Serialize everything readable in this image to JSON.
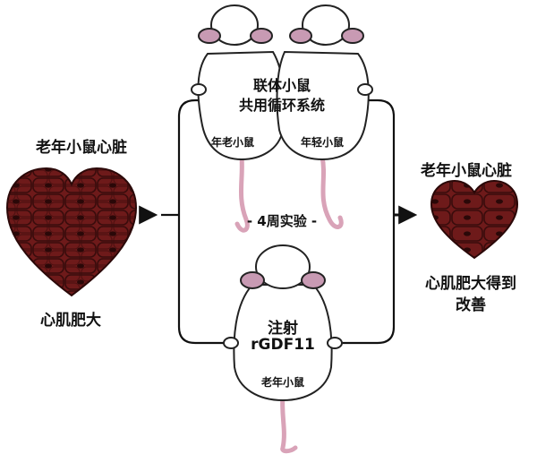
{
  "left": {
    "title": "老年小鼠心脏",
    "caption": "心肌肥大"
  },
  "right": {
    "title": "老年小鼠心脏",
    "caption_line1": "心肌肥大得到",
    "caption_line2": "改善"
  },
  "parabiosis": {
    "title_line1": "联体小鼠",
    "title_line2": "共用循环系统",
    "old_mouse_label": "年老小鼠",
    "young_mouse_label": "年轻小鼠"
  },
  "experiment": {
    "duration_label": "- 4周实验 -"
  },
  "injection": {
    "line1": "注射",
    "line2": "rGDF11",
    "mouse_label": "老年小鼠"
  },
  "colors": {
    "heart_fill": "#6e1a1a",
    "heart_cell_line": "#3a0c0c",
    "heart_nucleus": "#2a0808",
    "mouse_body": "#ffffff",
    "mouse_outline": "#222222",
    "mouse_tail": "#d9a3b8",
    "mouse_ear_inner": "#c89ab3",
    "arrow": "#111111"
  }
}
